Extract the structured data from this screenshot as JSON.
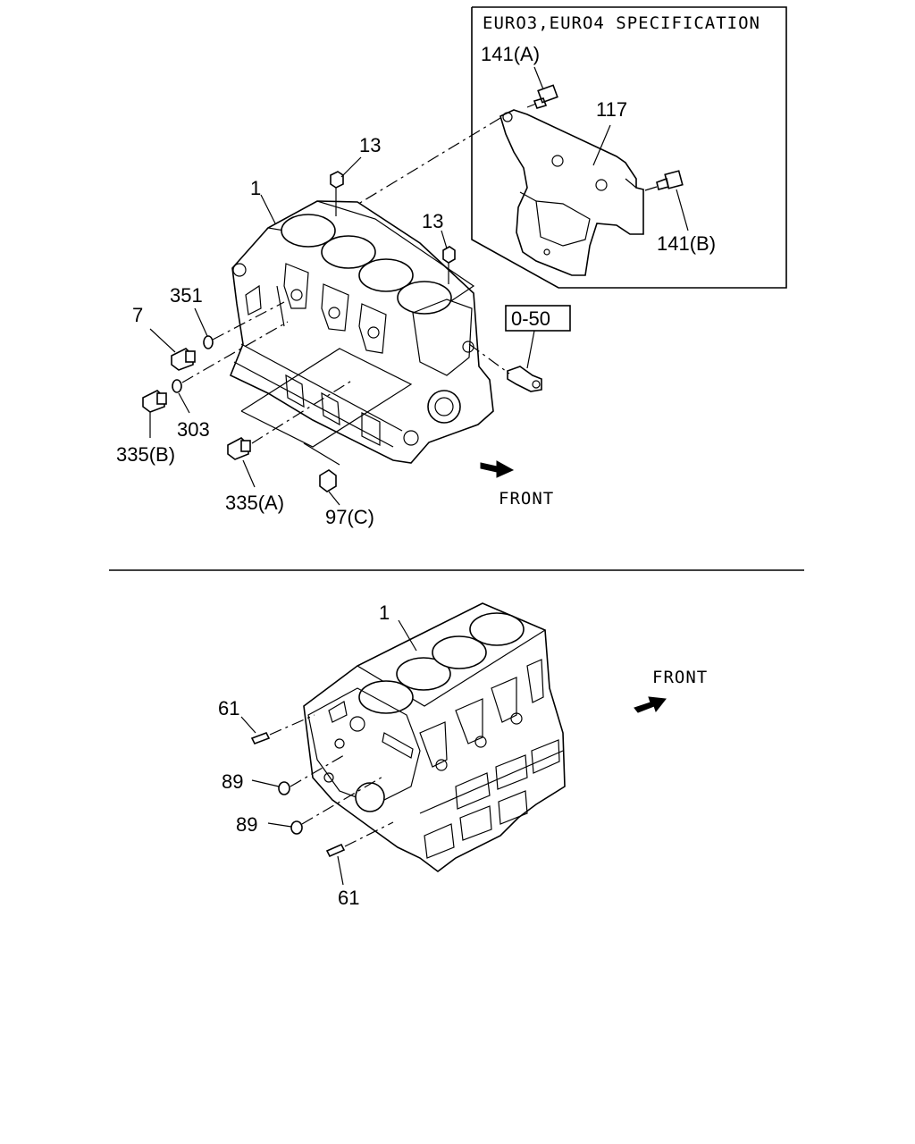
{
  "spec_box": {
    "title": "EURO3,EURO4 SPECIFICATION"
  },
  "top_view": {
    "labels": {
      "p141a": "141(A)",
      "p117": "117",
      "p141b": "141(B)",
      "p13a": "13",
      "p13b": "13",
      "p1": "1",
      "p351": "351",
      "p7": "7",
      "p303": "303",
      "p335b": "335(B)",
      "p335a": "335(A)",
      "p97c": "97(C)",
      "ref": "0-50",
      "front": "FRONT"
    }
  },
  "bottom_view": {
    "labels": {
      "p1": "1",
      "p61a": "61",
      "p89a": "89",
      "p89b": "89",
      "p61b": "61",
      "front": "FRONT"
    }
  },
  "icons": [
    "front-arrow-icon"
  ]
}
